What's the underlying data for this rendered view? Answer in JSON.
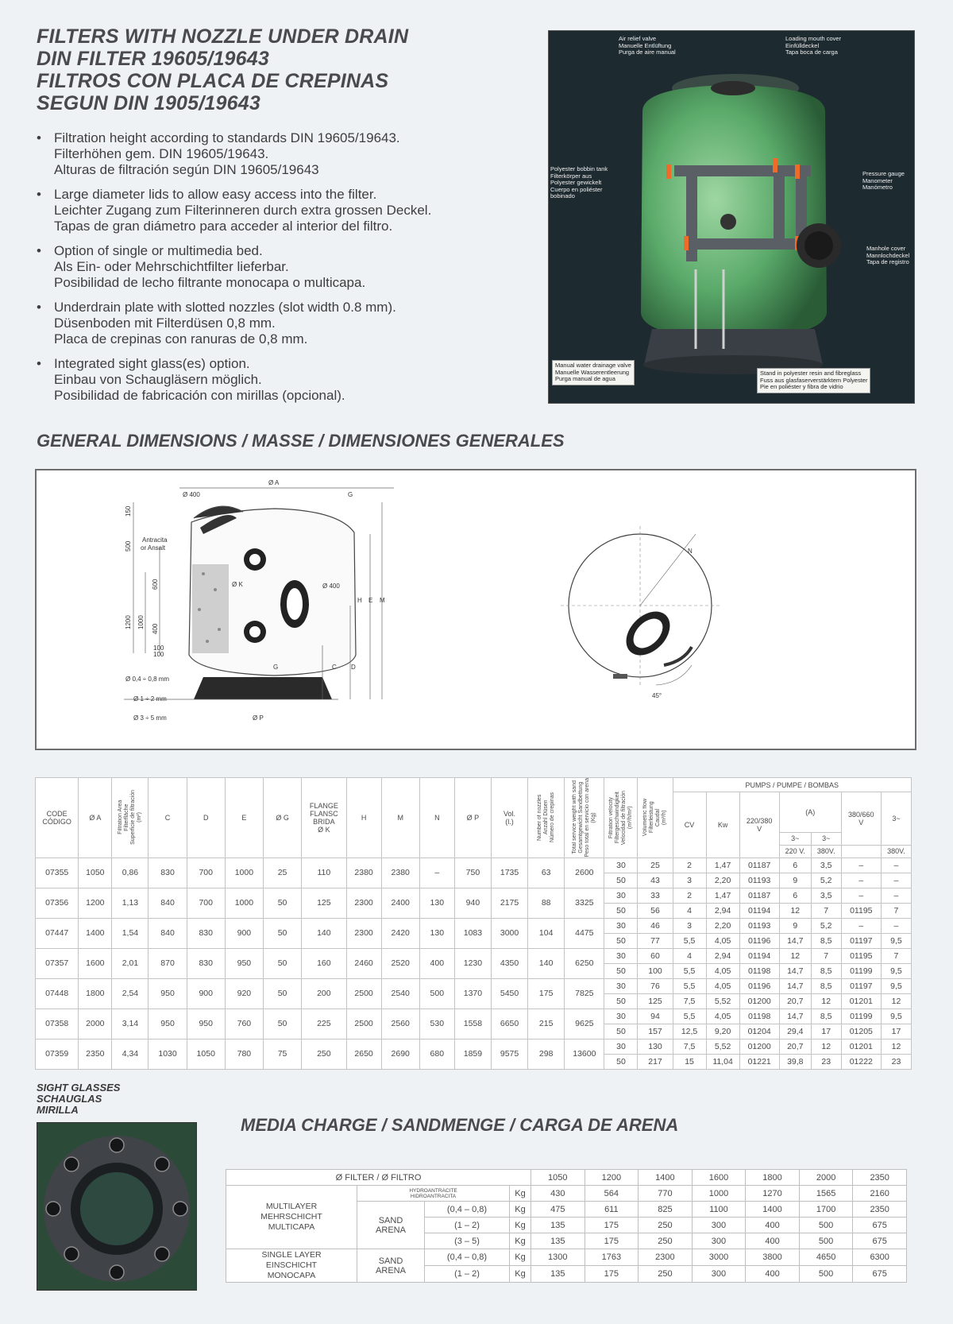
{
  "header": {
    "lines": [
      "FILTERS WITH NOZZLE UNDER DRAIN",
      "DIN FILTER 19605/19643",
      "FILTROS CON PLACA DE CREPINAS",
      "SEGUN DIN 1905/19643"
    ]
  },
  "bullets": [
    [
      "Filtration height according to standards DIN 19605/19643.",
      "Filterhöhen gem. DIN 19605/19643.",
      "Alturas de filtración según DIN 19605/19643"
    ],
    [
      "Large diameter lids to allow easy access into the filter.",
      "Leichter Zugang zum Filterinneren durch extra grossen Deckel.",
      "Tapas de gran diámetro para acceder al interior del filtro."
    ],
    [
      "Option of single or multimedia bed.",
      "Als Ein- oder Mehrschichtfilter lieferbar.",
      "Posibilidad de lecho filtrante monocapa o multicapa."
    ],
    [
      "Underdrain plate with slotted nozzles (slot width 0.8 mm).",
      "Düsenboden mit Filterdüsen 0,8 mm.",
      "Placa de crepinas con ranuras de 0,8 mm."
    ],
    [
      "Integrated sight glass(es) option.",
      "Einbau von Schaugläsern möglich.",
      "Posibilidad de fabricación con mirillas (opcional)."
    ]
  ],
  "photo_callouts": {
    "air_relief": [
      "Air relief valve",
      "Manuelle Entlüftung",
      "Purga de aire manual"
    ],
    "loading_mouth": [
      "Loading mouth cover",
      "Einfülldeckel",
      "Tapa boca de carga"
    ],
    "polyester_tank": [
      "Polyester bobbin tank",
      "Filterkörper aus",
      "Polyester gewickelt",
      "Cuerpo en poliéster",
      "bobinado"
    ],
    "pressure_gauge": [
      "Pressure gauge",
      "Manometer",
      "Manómetro"
    ],
    "manhole": [
      "Manhole cover",
      "Mannlochdeckel",
      "Tapa de registro"
    ],
    "drain_valve": [
      "Manual water drainage valve",
      "Manuelle Wasserentleerung",
      "Purga manual de agua"
    ],
    "stand": [
      "Stand in polyester resin and fibreglass",
      "Fuss aus glasfaserverstärktem Polyester",
      "Pie en poliéster y fibra de vidrio"
    ]
  },
  "dimensions": {
    "title": "GENERAL DIMENSIONS / MASSE / DIMENSIONES GENERALES",
    "labels": {
      "dia_a": "Ø A",
      "dia_400_top": "Ø 400",
      "g_top": "G",
      "dim_150": "150",
      "dim_500": "500",
      "antracita": "Antracita",
      "or_ansalt": "or Ansalt",
      "dim_1200": "1200",
      "dim_1000": "1000",
      "dim_600": "600",
      "dim_400": "400",
      "dim_100a": "100",
      "dim_100b": "100",
      "dia_k": "Ø K",
      "dia_400_side": "Ø 400",
      "e": "E",
      "h": "H",
      "m": "M",
      "c": "C",
      "d": "D",
      "g_bottom": "G",
      "grain1": "Ø 0,4 ÷ 0,8 mm",
      "grain2": "Ø 1 ÷ 2 mm",
      "grain3": "Ø 3 ÷ 5 mm",
      "dia_p": "Ø P",
      "n": "N",
      "angle": "45°"
    }
  },
  "specs": {
    "headers": {
      "code": [
        "CODE",
        "CÓDIGO"
      ],
      "dia_a": "Ø A",
      "filt_area": "Filtration Area\nFilterfläche\nSuperficie de filtración\n(m²)",
      "c": "C",
      "d": "D",
      "e": "E",
      "og": "Ø G",
      "flange": [
        "FLANGE",
        "FLANSC",
        "BRIDA",
        "Ø K"
      ],
      "h": "H",
      "m": "M",
      "n": "N",
      "op": "Ø P",
      "vol": [
        "Vol.",
        "(l.)"
      ],
      "nozzles": "Number of nozzles\nAnzahl Düsen\nNúmero de crepinas",
      "weight": "Total service weight with sand\nGesamtgewicht Sandbettung\nPeso total en servicio con arena\n(Kg)",
      "velocity": "Filtration velocity\nFiltergeschwindigkeit\nVelocidad de filtración\n(m³/h/m²)",
      "flow": "Volumetric flow\nFilterleistung\nCaudal\n(m³/h)",
      "pumps": "PUMPS / PUMPE / BOMBAS",
      "cv": "CV",
      "kw": "Kw",
      "v220": [
        "220/380",
        "V"
      ],
      "a": "(A)",
      "a3a": "3~",
      "a3b": "3~",
      "a220": "220 V.",
      "a380": "380V.",
      "v380": [
        "380/660",
        "V"
      ],
      "last3": "3~",
      "last380": "380V."
    },
    "rows": [
      {
        "code": "07355",
        "a": "1050",
        "area": "0,86",
        "c": "830",
        "d": "700",
        "e": "1000",
        "g": "25",
        "k": "110",
        "h": "2380",
        "m": "2380",
        "n": "–",
        "p": "750",
        "vol": "1735",
        "noz": "63",
        "wt": "2600",
        "sub": [
          [
            "30",
            "25",
            "2",
            "1,47",
            "01187",
            "6",
            "3,5",
            "–",
            "–"
          ],
          [
            "50",
            "43",
            "3",
            "2,20",
            "01193",
            "9",
            "5,2",
            "–",
            "–"
          ]
        ]
      },
      {
        "code": "07356",
        "a": "1200",
        "area": "1,13",
        "c": "840",
        "d": "700",
        "e": "1000",
        "g": "50",
        "k": "125",
        "h": "2300",
        "m": "2400",
        "n": "130",
        "p": "940",
        "vol": "2175",
        "noz": "88",
        "wt": "3325",
        "sub": [
          [
            "30",
            "33",
            "2",
            "1,47",
            "01187",
            "6",
            "3,5",
            "–",
            "–"
          ],
          [
            "50",
            "56",
            "4",
            "2,94",
            "01194",
            "12",
            "7",
            "01195",
            "7"
          ]
        ]
      },
      {
        "code": "07447",
        "a": "1400",
        "area": "1,54",
        "c": "840",
        "d": "830",
        "e": "900",
        "g": "50",
        "k": "140",
        "h": "2300",
        "m": "2420",
        "n": "130",
        "p": "1083",
        "vol": "3000",
        "noz": "104",
        "wt": "4475",
        "sub": [
          [
            "30",
            "46",
            "3",
            "2,20",
            "01193",
            "9",
            "5,2",
            "–",
            "–"
          ],
          [
            "50",
            "77",
            "5,5",
            "4,05",
            "01196",
            "14,7",
            "8,5",
            "01197",
            "9,5"
          ]
        ]
      },
      {
        "code": "07357",
        "a": "1600",
        "area": "2,01",
        "c": "870",
        "d": "830",
        "e": "950",
        "g": "50",
        "k": "160",
        "h": "2460",
        "m": "2520",
        "n": "400",
        "p": "1230",
        "vol": "4350",
        "noz": "140",
        "wt": "6250",
        "sub": [
          [
            "30",
            "60",
            "4",
            "2,94",
            "01194",
            "12",
            "7",
            "01195",
            "7"
          ],
          [
            "50",
            "100",
            "5,5",
            "4,05",
            "01198",
            "14,7",
            "8,5",
            "01199",
            "9,5"
          ]
        ]
      },
      {
        "code": "07448",
        "a": "1800",
        "area": "2,54",
        "c": "950",
        "d": "900",
        "e": "920",
        "g": "50",
        "k": "200",
        "h": "2500",
        "m": "2540",
        "n": "500",
        "p": "1370",
        "vol": "5450",
        "noz": "175",
        "wt": "7825",
        "sub": [
          [
            "30",
            "76",
            "5,5",
            "4,05",
            "01196",
            "14,7",
            "8,5",
            "01197",
            "9,5"
          ],
          [
            "50",
            "125",
            "7,5",
            "5,52",
            "01200",
            "20,7",
            "12",
            "01201",
            "12"
          ]
        ]
      },
      {
        "code": "07358",
        "a": "2000",
        "area": "3,14",
        "c": "950",
        "d": "950",
        "e": "760",
        "g": "50",
        "k": "225",
        "h": "2500",
        "m": "2560",
        "n": "530",
        "p": "1558",
        "vol": "6650",
        "noz": "215",
        "wt": "9625",
        "sub": [
          [
            "30",
            "94",
            "5,5",
            "4,05",
            "01198",
            "14,7",
            "8,5",
            "01199",
            "9,5"
          ],
          [
            "50",
            "157",
            "12,5",
            "9,20",
            "01204",
            "29,4",
            "17",
            "01205",
            "17"
          ]
        ]
      },
      {
        "code": "07359",
        "a": "2350",
        "area": "4,34",
        "c": "1030",
        "d": "1050",
        "e": "780",
        "g": "75",
        "k": "250",
        "h": "2650",
        "m": "2690",
        "n": "680",
        "p": "1859",
        "vol": "9575",
        "noz": "298",
        "wt": "13600",
        "sub": [
          [
            "30",
            "130",
            "7,5",
            "5,52",
            "01200",
            "20,7",
            "12",
            "01201",
            "12"
          ],
          [
            "50",
            "217",
            "15",
            "11,04",
            "01221",
            "39,8",
            "23",
            "01222",
            "23"
          ]
        ]
      }
    ]
  },
  "sight": {
    "lines": [
      "SIGHT GLASSES",
      "SCHAUGLAS",
      "MIRILLA"
    ]
  },
  "media": {
    "title": "MEDIA CHARGE / SANDMENGE / CARGA DE ARENA",
    "head": "Ø FILTER / Ø FILTRO",
    "sizes": [
      "1050",
      "1200",
      "1400",
      "1600",
      "1800",
      "2000",
      "2350"
    ],
    "multilayer": [
      "MULTILAYER",
      "MEHRSCHICHT",
      "MULTICAPA"
    ],
    "single": [
      "SINGLE LAYER",
      "EINSCHICHT",
      "MONOCAPA"
    ],
    "hydro": [
      "HYDROANTRACITE",
      "HIDROANTRACITA"
    ],
    "sand": [
      "SAND",
      "ARENA"
    ],
    "unit": "Kg",
    "rows": [
      {
        "grain": "",
        "vals": [
          "430",
          "564",
          "770",
          "1000",
          "1270",
          "1565",
          "2160"
        ]
      },
      {
        "grain": "(0,4 – 0,8)",
        "vals": [
          "475",
          "611",
          "825",
          "1100",
          "1400",
          "1700",
          "2350"
        ]
      },
      {
        "grain": "(1 – 2)",
        "vals": [
          "135",
          "175",
          "250",
          "300",
          "400",
          "500",
          "675"
        ]
      },
      {
        "grain": "(3 – 5)",
        "vals": [
          "135",
          "175",
          "250",
          "300",
          "400",
          "500",
          "675"
        ]
      },
      {
        "grain": "(0,4 – 0,8)",
        "vals": [
          "1300",
          "1763",
          "2300",
          "3000",
          "3800",
          "4650",
          "6300"
        ]
      },
      {
        "grain": "(1 – 2)",
        "vals": [
          "135",
          "175",
          "250",
          "300",
          "400",
          "500",
          "675"
        ]
      }
    ]
  }
}
